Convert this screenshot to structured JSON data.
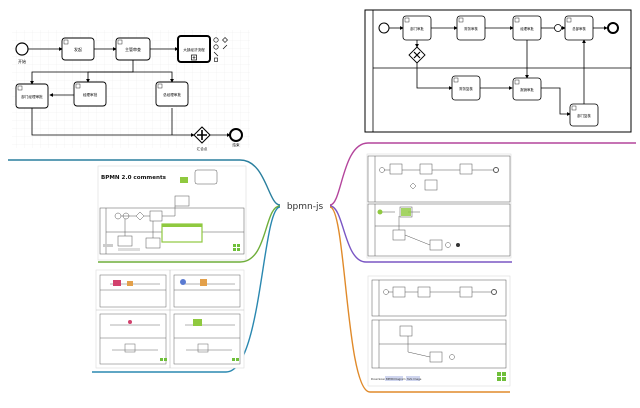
{
  "colors": {
    "connector_left_top": "#2a7f9e",
    "connector_left_mid": "#6fae3a",
    "connector_left_low": "#2a88b0",
    "connector_right_top": "#b4459c",
    "connector_right_mid": "#7a56c4",
    "connector_right_low": "#e08a2a",
    "bpmn_logo": "#6fbf3a",
    "comment_green": "#8fc93f"
  },
  "center": {
    "label": "bpmn-js"
  },
  "top_left": {
    "start_label": "开始",
    "task1": "发起",
    "task2": "主管审查",
    "task3": "大部经济流程",
    "task4": "部门经理审批",
    "task5": "经理审批",
    "task6": "总经理审批",
    "end_label": "结束",
    "gateway_label": "汇合点"
  },
  "top_right": {
    "task1": "部门审批",
    "task2": "财务审核",
    "task3": "经理审批",
    "task4": "总部审核",
    "task5": "财务复核",
    "task6": "报销审批",
    "task7": "部门复核"
  },
  "comments": {
    "title": "BPMN 2.0 comments"
  },
  "thumbs": {
    "footer1": "Download",
    "footer2": "BPMN Diagram",
    "footer3": "SVG Image"
  }
}
